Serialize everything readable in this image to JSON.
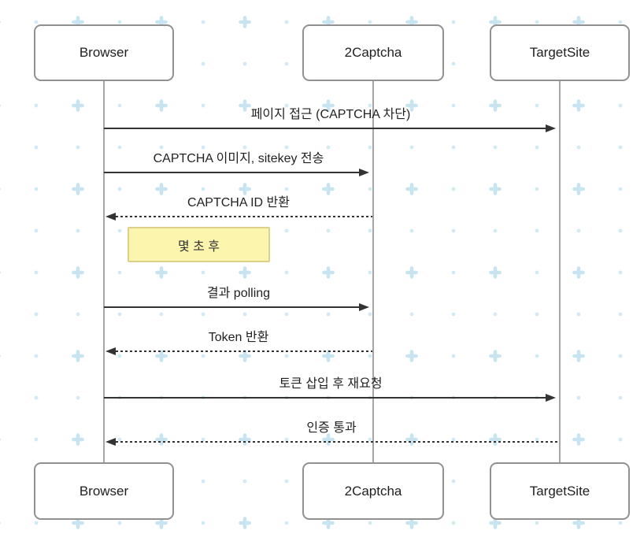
{
  "diagram": {
    "type": "sequence",
    "actors": [
      {
        "name": "Browser"
      },
      {
        "name": "2Captcha"
      },
      {
        "name": "TargetSite"
      }
    ],
    "messages": [
      {
        "from": "Browser",
        "to": "TargetSite",
        "label": "페이지 접근 (CAPTCHA 차단)",
        "line": "solid",
        "direction": "right"
      },
      {
        "from": "Browser",
        "to": "2Captcha",
        "label": "CAPTCHA 이미지, sitekey 전송",
        "line": "solid",
        "direction": "right"
      },
      {
        "from": "2Captcha",
        "to": "Browser",
        "label": "CAPTCHA ID 반환",
        "line": "dashed",
        "direction": "left"
      },
      {
        "from": "Browser",
        "to": "2Captcha",
        "label": "결과 polling",
        "line": "solid",
        "direction": "right"
      },
      {
        "from": "2Captcha",
        "to": "Browser",
        "label": "Token 반환",
        "line": "dashed",
        "direction": "left"
      },
      {
        "from": "Browser",
        "to": "TargetSite",
        "label": "토큰 삽입 후 재요청",
        "line": "solid",
        "direction": "right"
      },
      {
        "from": "TargetSite",
        "to": "Browser",
        "label": "인증 통과",
        "line": "dashed",
        "direction": "left"
      }
    ],
    "note": {
      "over": "Browser",
      "label": "몇 초 후"
    },
    "colors": {
      "actor_border": "#919191",
      "actor_fill": "#ffffff",
      "lifeline": "#a6a6a6",
      "arrow": "#333333",
      "note_fill": "#fcf5ae",
      "note_border": "#ddd089",
      "text": "#222222",
      "bg_dot": "#d3e9f3",
      "bg_plus": "#c8e4f0"
    }
  }
}
